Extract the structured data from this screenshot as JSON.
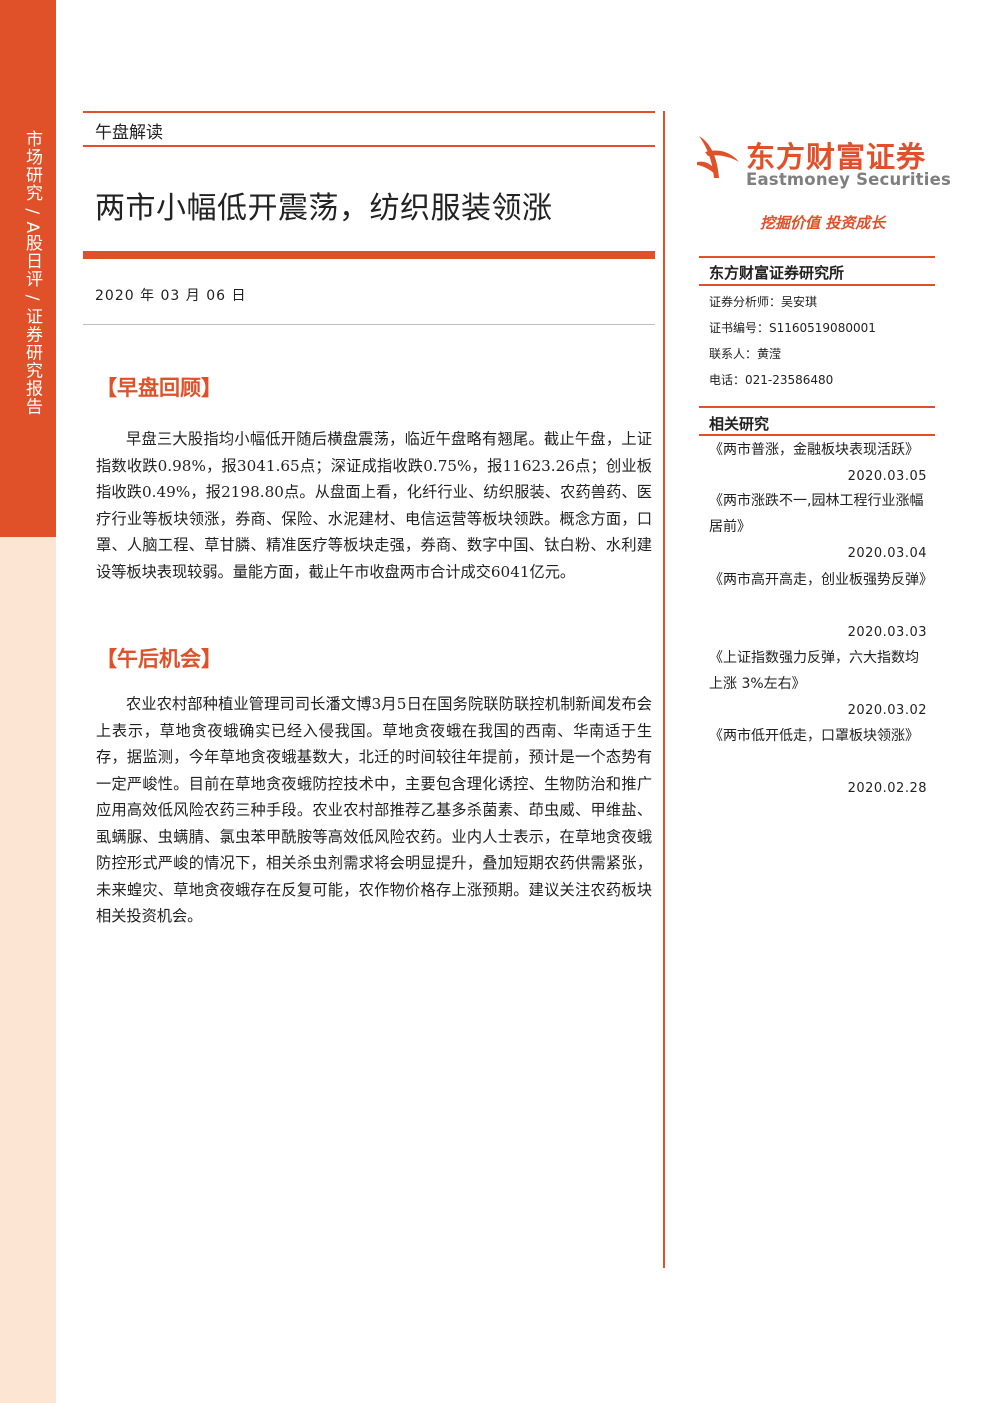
{
  "sidebar": {
    "vertical_text": "市场研究 / A股日评 / 证券研究报告"
  },
  "header": {
    "tag": "午盘解读",
    "title": "两市小幅低开震荡，纺织服装领涨",
    "date": "2020 年 03 月 06 日"
  },
  "sections": [
    {
      "heading": "【早盘回顾】",
      "body": "早盘三大股指均小幅低开随后横盘震荡，临近午盘略有翘尾。截止午盘，上证指数收跌0.98%，报3041.65点；深证成指收跌0.75%，报11623.26点；创业板指收跌0.49%，报2198.80点。从盘面上看，化纤行业、纺织服装、农药兽药、医疗行业等板块领涨，券商、保险、水泥建材、电信运营等板块领跌。概念方面，口罩、人脑工程、草甘膦、精准医疗等板块走强，券商、数字中国、钛白粉、水利建设等板块表现较弱。量能方面，截止午市收盘两市合计成交6041亿元。"
    },
    {
      "heading": "【午后机会】",
      "body": "农业农村部种植业管理司司长潘文博3月5日在国务院联防联控机制新闻发布会上表示，草地贪夜蛾确实已经入侵我国。草地贪夜蛾在我国的西南、华南适于生存，据监测，今年草地贪夜蛾基数大，北迁的时间较往年提前，预计是一个态势有一定严峻性。目前在草地贪夜蛾防控技术中，主要包含理化诱控、生物防治和推广应用高效低风险农药三种手段。农业农村部推荐乙基多杀菌素、茚虫威、甲维盐、虱螨脲、虫螨腈、氯虫苯甲酰胺等高效低风险农药。业内人士表示，在草地贪夜蛾防控形式严峻的情况下，相关杀虫剂需求将会明显提升，叠加短期农药供需紧张，未来蝗灾、草地贪夜蛾存在反复可能，农作物价格存上涨预期。建议关注农药板块相关投资机会。"
    }
  ],
  "brand": {
    "name_cn": "东方财富证券",
    "name_en": "Eastmoney Securities",
    "slogan": "挖掘价值 投资成长",
    "accent_color": "#e0512a"
  },
  "institute": {
    "name": "东方财富证券研究所",
    "analyst": "证券分析师：吴安琪",
    "cert": "证书编号：S1160519080001",
    "contact": "联系人：黄滢",
    "phone": "电话：021-23586480"
  },
  "related": {
    "heading": "相关研究",
    "items": [
      {
        "title": "《两市普涨，金融板块表现活跃》",
        "date": "2020.03.05"
      },
      {
        "title": "《两市涨跌不一,园林工程行业涨幅居前》",
        "date": "2020.03.04"
      },
      {
        "title": "《两市高开高走，创业板强势反弹》",
        "date": "2020.03.03"
      },
      {
        "title": "《上证指数强力反弹，六大指数均上涨 3%左右》",
        "date": "2020.03.02"
      },
      {
        "title": "《两市低开低走，口罩板块领涨》",
        "date": "2020.02.28"
      }
    ]
  }
}
